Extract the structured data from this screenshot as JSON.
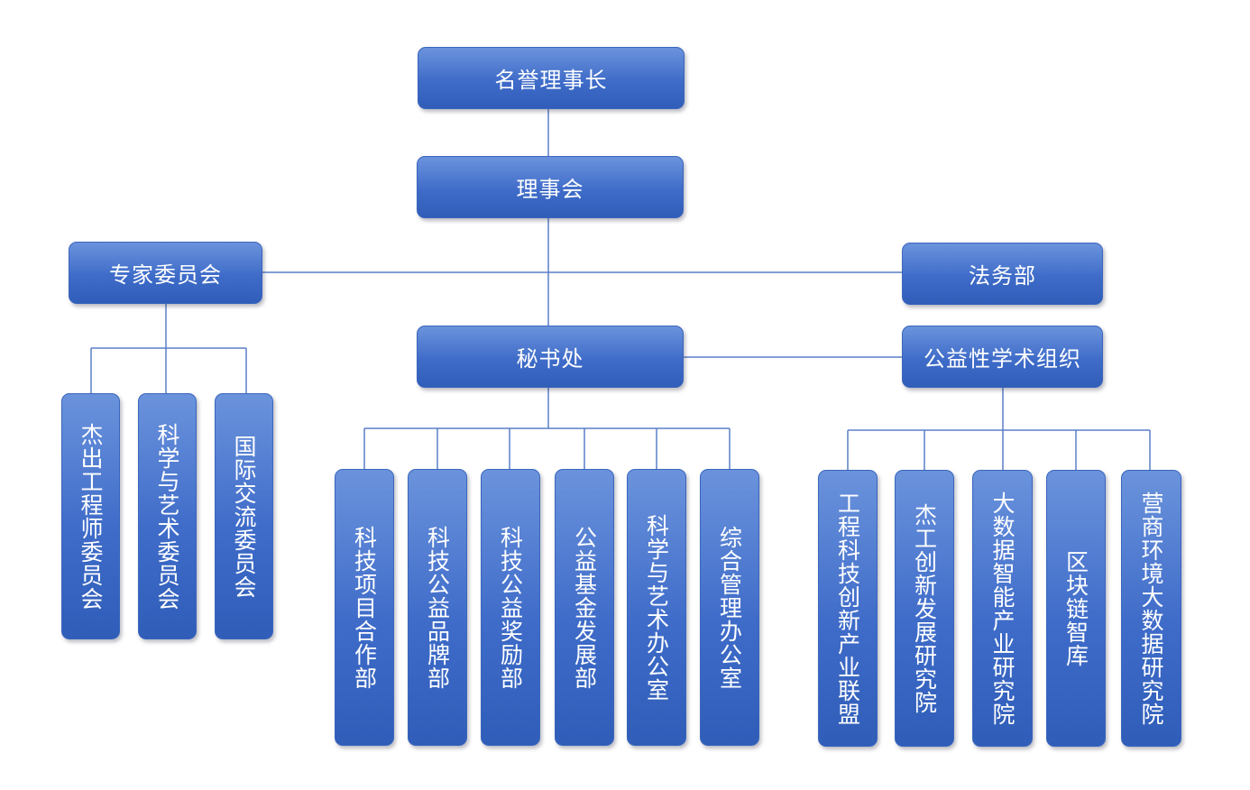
{
  "org_chart": {
    "honorary_chairman": "名誉理事长",
    "board": "理事会",
    "expert_committee": "专家委员会",
    "legal_department": "法务部",
    "secretariat": "秘书处",
    "public_academic_org": "公益性学术组织",
    "expert_subcommittees": [
      "杰出工程师委员会",
      "科学与艺术委员会",
      "国际交流委员会"
    ],
    "secretariat_departments": [
      "科技项目合作部",
      "科技公益品牌部",
      "科技公益奖励部",
      "公益基金发展部",
      "科学与艺术办公室",
      "综合管理办公室"
    ],
    "academic_units": [
      "工程科技创新产业联盟",
      "杰工创新发展研究院",
      "大数据智能产业研究院",
      "区块链智库",
      "营商环境大数据研究院"
    ]
  }
}
